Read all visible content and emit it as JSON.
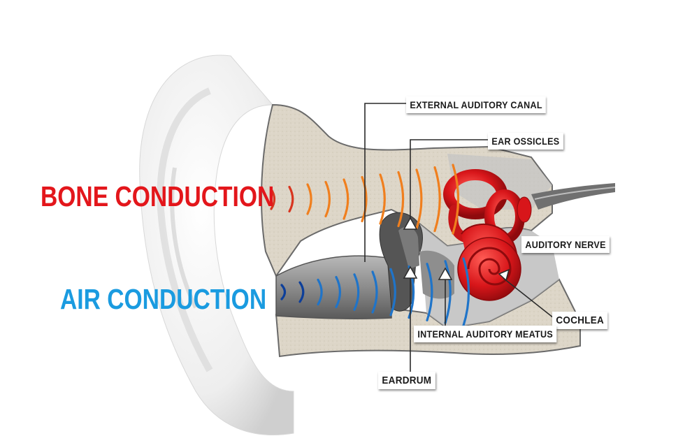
{
  "labels": {
    "bone_conduction": "BONE CONDUCTION",
    "air_conduction": "AIR CONDUCTION",
    "external_auditory_canal": "EXTERNAL AUDITORY CANAL",
    "ear_ossicles": "EAR OSSICLES",
    "auditory_nerve": "AUDITORY NERVE",
    "cochlea": "COCHLEA",
    "internal_auditory_meatus": "INTERNAL AUDITORY MEATUS",
    "eardrum": "EARDRUM"
  },
  "colors": {
    "bone_label": "#e3161b",
    "air_label": "#1a9be0",
    "bone_wave": "#f07f1e",
    "bone_wave_dark": "#d8351f",
    "air_wave": "#1f74c9",
    "air_wave_dark": "#0d3f9a",
    "cochlea_red": "#d8161a",
    "bone_beige": "#ddd6c8",
    "canal_gray": "#8a8a8a"
  },
  "icons": {
    "bone_waves": "sound-wave-icon",
    "air_waves": "sound-wave-icon",
    "arrows": "arrow-up-icon"
  }
}
